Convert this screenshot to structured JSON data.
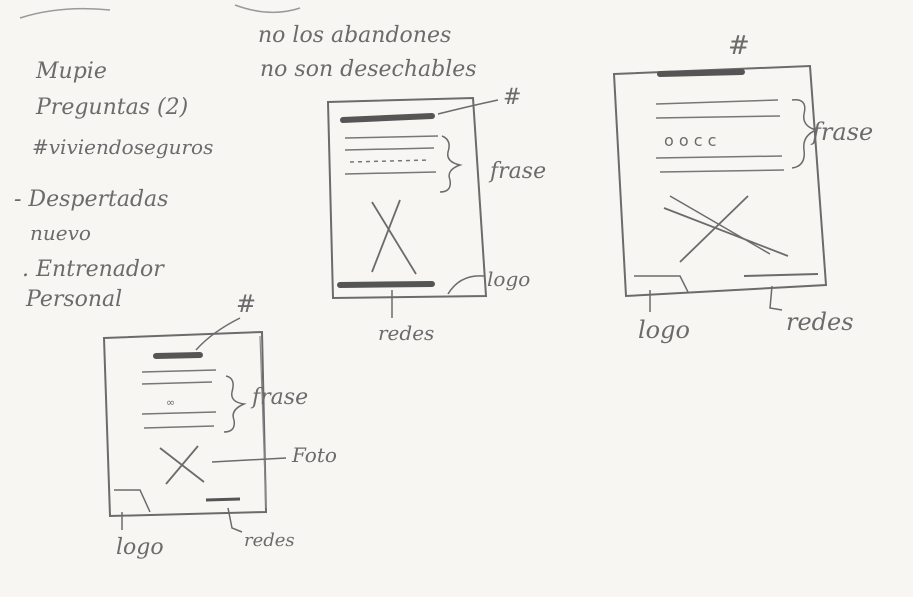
{
  "notes": {
    "heading": "Mupie",
    "line2": "Preguntas (2)",
    "line3": "#viviendoseguros",
    "line4a": "- Despertadas",
    "line4b": "nuevo",
    "line5a": ". Entrenador",
    "line5b": "Personal"
  },
  "top_note": {
    "line1": "no los abandones",
    "line2": "no son desechables"
  },
  "sketch_left": {
    "hash": "#",
    "phrase": "frase",
    "photo": "Foto",
    "logo": "logo",
    "social": "redes"
  },
  "sketch_middle": {
    "hash": "#",
    "phrase": "frase",
    "logo": "logo",
    "social": "redes"
  },
  "sketch_right": {
    "hash": "#",
    "phrase": "frase",
    "logo": "logo",
    "social": "redes"
  },
  "colors": {
    "paper": "#f7f6f3",
    "pencil": "#6b6b6b",
    "dark_pencil": "#555555"
  }
}
